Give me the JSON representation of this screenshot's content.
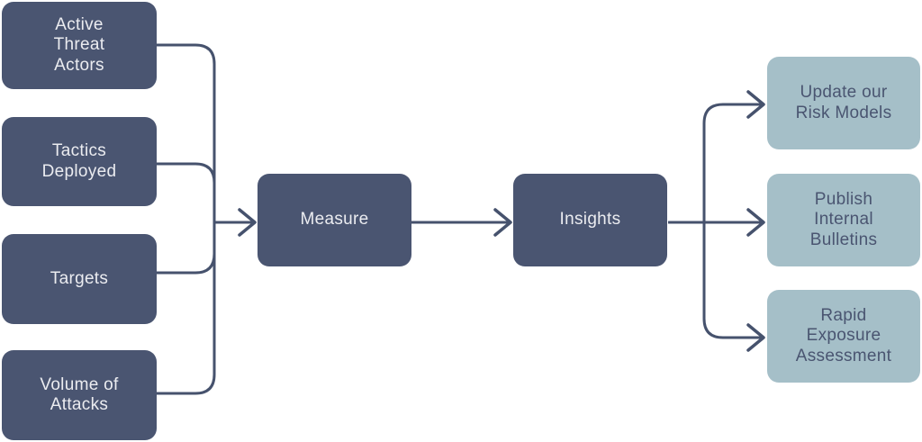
{
  "diagram": {
    "colors": {
      "background": "#ffffff",
      "dark_box": "#4A5571",
      "dark_box_text": "#EBECF0",
      "light_box": "#A5BFC8",
      "light_box_text": "#4A5571",
      "connector": "#46526D"
    },
    "input_nodes": [
      {
        "id": "active-threat-actors",
        "label": "Active\nThreat\nActors"
      },
      {
        "id": "tactics-deployed",
        "label": "Tactics\nDeployed"
      },
      {
        "id": "targets",
        "label": "Targets"
      },
      {
        "id": "volume-of-attacks",
        "label": "Volume of\nAttacks"
      }
    ],
    "process_nodes": [
      {
        "id": "measure",
        "label": "Measure"
      },
      {
        "id": "insights",
        "label": "Insights"
      }
    ],
    "output_nodes": [
      {
        "id": "update-our-risk-models",
        "label": "Update our\nRisk Models"
      },
      {
        "id": "publish-internal-bulletins",
        "label": "Publish\nInternal\nBulletins"
      },
      {
        "id": "rapid-exposure-assessment",
        "label": "Rapid\nExposure\nAssessment"
      }
    ]
  }
}
